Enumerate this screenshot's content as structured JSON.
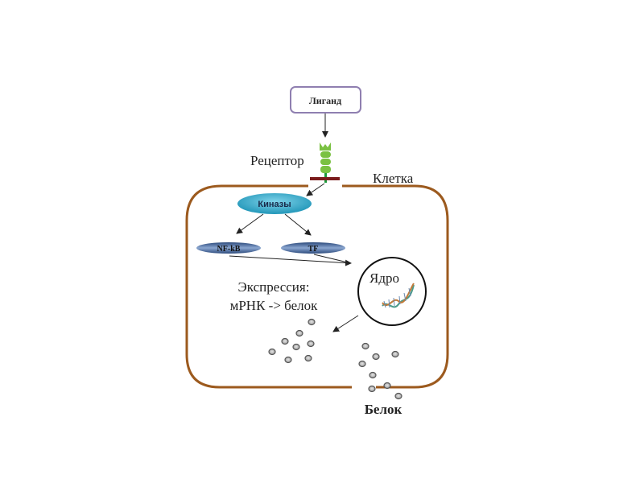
{
  "diagram": {
    "ligand_label": "Лиганд",
    "receptor_label": "Рецептор",
    "cell_label": "Клетка",
    "kinases_label": "Киназы",
    "nfkb_label": "NF-kB",
    "tf_label": "TF",
    "nucleus_label": "Ядро",
    "expression_line1": "Экспрессия:",
    "expression_line2": "мРНК -> белок",
    "protein_label": "Белок",
    "colors": {
      "cell_membrane": "#9c5a1e",
      "receptor_green": "#7ac142",
      "receptor_stem": "#1a9a3a",
      "receptor_bar": "#7a1c1c",
      "ligand_border": "#8f7fb0",
      "kinase_fill": "#3aaccc",
      "tf_fill": "#3e5f96",
      "protein_fill": "#b0b0b0",
      "protein_stroke": "#555555"
    }
  }
}
